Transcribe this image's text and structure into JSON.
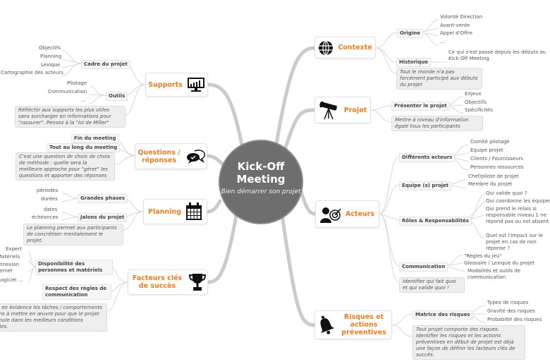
{
  "center": {
    "title": "Kick-Off Meeting",
    "subtitle": "Bien démarrer son projet"
  },
  "colors": {
    "accent": "#f07c1e",
    "center": "#6e6e6e",
    "branch": "#c9c9c9"
  },
  "branches": {
    "contexte": {
      "label": "Contexte",
      "icon": "globe-icon",
      "origine": {
        "label": "Origine",
        "items": [
          "Volonté Direction",
          "Avant-vente",
          "Appel d'Offre",
          "..."
        ]
      },
      "historique": {
        "label": "Historique",
        "items": [
          "Ce qui s'est passé depuis les débuts au Kick-Off Meeting"
        ]
      },
      "note": "Tout le monde n'a pas forcément participé aux débuts du projet"
    },
    "projet": {
      "label": "Projet",
      "icon": "telescope-icon",
      "presenter": {
        "label": "Présenter le projet",
        "items": [
          "Enjeux",
          "Objectifs",
          "Spécificités"
        ]
      },
      "note": "Mettre à niveau d'information égale tous les participants"
    },
    "acteurs": {
      "label": "Acteurs",
      "icon": "target-person-icon",
      "differents": {
        "label": "Différents acteurs",
        "items": [
          "Comité pilotage",
          "Equipe projet",
          "Clients / Fournisseurs",
          "Personnes ressources"
        ]
      },
      "equipe": {
        "label": "Equipe (s) projet",
        "items": [
          "Chef/pilote de projet",
          "Membre du projet"
        ]
      },
      "roles": {
        "label": "Rôles & Responsabilités",
        "items": [
          "Qui valide quoi ?",
          "Qui coordonne les équipes",
          "Qui prend le relais si responsable niveau 1 ne répond pas ou est absent",
          "Quel est l'impact sur le projet en cas de non réponse ?"
        ]
      },
      "communication": {
        "label": "Communication",
        "items": [
          "\"Règles du jeu\"",
          "Glossaire / Lexique du projet",
          "Modalités et outils de communication"
        ]
      },
      "note": "Identifier qui fait quoi et qui valide quoi !"
    },
    "risques": {
      "label": "Risques et actions préventives",
      "icon": "bell-icon",
      "matrice": {
        "label": "Matrice des risques",
        "items": [
          "Types de risques",
          "Gravité des rsiques",
          "Probabilté des risques"
        ]
      },
      "note": "Tout projet comporte des risques. Identifier les risques et les actions préventives en début de projet est déjà une façon de définir les facteurs clés de succès."
    },
    "supports": {
      "label": "Supports",
      "icon": "monitor-chart-icon",
      "cadre": {
        "label": "Cadre du projet",
        "items": [
          "Objectifs",
          "Planning",
          "Lexique",
          "Cartographie des acteurs"
        ]
      },
      "outils": {
        "label": "Outils",
        "items": [
          "Pilotage",
          "Communication",
          "..."
        ]
      },
      "note": "Réfléchir aux supports les plus utiles sans surcharger en informations pour \"rassurer\". Pensez à la \"loi de Miller\""
    },
    "questions": {
      "label": "Questions / réponses",
      "icon": "chat-bubbles-icon",
      "fin": {
        "label": "Fin du meeting"
      },
      "tout": {
        "label": "Tout au long du meeting"
      },
      "note": "C'est une question de choix de choix de méthode : quelle sera la meilleure approche pour \"gérer\" les questions et apporter des réponses"
    },
    "planning": {
      "label": "Planning",
      "icon": "calendar-icon",
      "phases": {
        "label": "Grandes phases",
        "items": [
          "périodes",
          "durées"
        ]
      },
      "jalons": {
        "label": "Jalons du projet",
        "items": [
          "dates",
          "échéances"
        ]
      },
      "note": "Le planning permet aux participants de concrétiser mentalement le projet."
    },
    "facteurs": {
      "label": "Facteurs clés de succès",
      "icon": "trophy-icon",
      "dispo": {
        "label": "Disponibilité des personnes et matériels",
        "items": [
          "Expert",
          "Matériels",
          "Connexion internet",
          "Logiciel ..."
        ]
      },
      "respect": {
        "label": "Respect des règles de communication"
      },
      "note": "Mettre en évidence les tâches / comportements / actions à mettre en œuvre pour que le projet se déroule dans les meilleurs conditions possibles."
    }
  }
}
